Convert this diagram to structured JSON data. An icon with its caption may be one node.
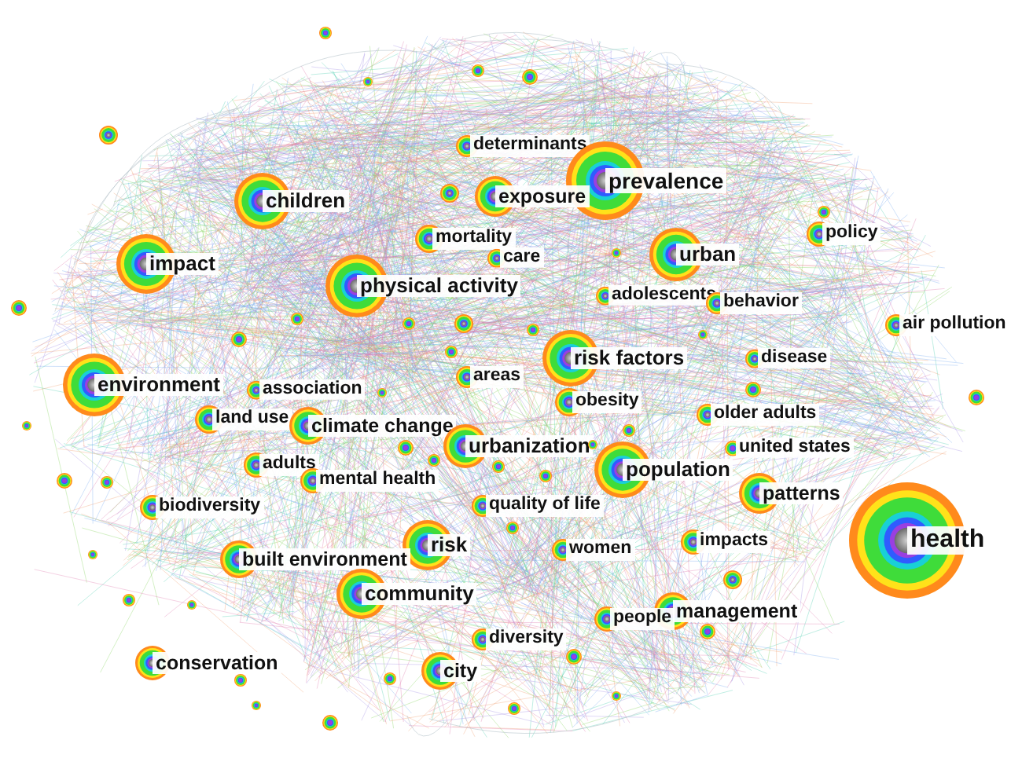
{
  "diagram": {
    "nodes": [
      {
        "text": [],
        "shape": "circle"
      },
      {
        "text": [],
        "shape": "circle"
      },
      {
        "text": [],
        "shape": "circle"
      },
      {
        "text": [],
        "shape": "circle"
      },
      {
        "text": [],
        "shape": "circle"
      },
      {
        "text": [
          "determinants"
        ]
      },
      {
        "text": [
          "prevalence"
        ]
      },
      {
        "text": [],
        "shape": "circle"
      },
      {
        "text": [
          "exposure"
        ]
      },
      {
        "text": [
          "children"
        ]
      },
      {
        "text": [],
        "shape": "circle"
      },
      {
        "text": [
          "policy"
        ]
      },
      {
        "text": [
          "mortality"
        ]
      },
      {
        "text": [],
        "shape": "circle"
      },
      {
        "text": [
          "urban"
        ]
      },
      {
        "text": [
          "care"
        ]
      },
      {
        "text": [
          "impact"
        ]
      },
      {
        "text": [
          "physical activity"
        ]
      },
      {
        "text": [
          "adolescents"
        ]
      },
      {
        "text": [
          "behavior"
        ]
      },
      {
        "text": [],
        "shape": "circle"
      },
      {
        "text": [],
        "shape": "circle"
      },
      {
        "text": [
          "air pollution"
        ]
      },
      {
        "text": [],
        "shape": "circle"
      },
      {
        "text": [],
        "shape": "circle"
      },
      {
        "text": [],
        "shape": "circle"
      },
      {
        "text": [],
        "shape": "circle"
      },
      {
        "text": [],
        "shape": "circle"
      },
      {
        "text": [],
        "shape": "circle"
      },
      {
        "text": [
          "risk factors"
        ]
      },
      {
        "text": [
          "disease"
        ]
      },
      {
        "text": [
          "areas"
        ]
      },
      {
        "text": [
          "environment"
        ]
      },
      {
        "text": [
          "association"
        ]
      },
      {
        "text": [],
        "shape": "circle"
      },
      {
        "text": [],
        "shape": "circle"
      },
      {
        "text": [],
        "shape": "circle"
      },
      {
        "text": [
          "obesity"
        ]
      },
      {
        "text": [
          "older adults"
        ]
      },
      {
        "text": [
          "land use"
        ]
      },
      {
        "text": [
          "climate change"
        ]
      },
      {
        "text": [],
        "shape": "circle"
      },
      {
        "text": [],
        "shape": "circle"
      },
      {
        "text": [],
        "shape": "circle"
      },
      {
        "text": [
          "urbanization"
        ]
      },
      {
        "text": [],
        "shape": "circle"
      },
      {
        "text": [
          "united states"
        ]
      },
      {
        "text": [
          "adults"
        ]
      },
      {
        "text": [],
        "shape": "circle"
      },
      {
        "text": [],
        "shape": "circle"
      },
      {
        "text": [
          "population"
        ]
      },
      {
        "text": [],
        "shape": "circle"
      },
      {
        "text": [
          "mental health"
        ]
      },
      {
        "text": [],
        "shape": "circle"
      },
      {
        "text": [],
        "shape": "circle"
      },
      {
        "text": [
          "patterns"
        ]
      },
      {
        "text": [
          "biodiversity"
        ]
      },
      {
        "text": [
          "quality of life"
        ]
      },
      {
        "text": [],
        "shape": "circle"
      },
      {
        "text": [
          "health"
        ]
      },
      {
        "text": [
          "impacts"
        ]
      },
      {
        "text": [
          "risk"
        ]
      },
      {
        "text": [
          "women"
        ]
      },
      {
        "text": [],
        "shape": "circle"
      },
      {
        "text": [
          "built environment"
        ]
      },
      {
        "text": [],
        "shape": "circle"
      },
      {
        "text": [
          "community"
        ]
      },
      {
        "text": [],
        "shape": "circle"
      },
      {
        "text": [],
        "shape": "circle"
      },
      {
        "text": [
          "management"
        ]
      },
      {
        "text": [
          "people"
        ]
      },
      {
        "text": [],
        "shape": "circle"
      },
      {
        "text": [
          "diversity"
        ]
      },
      {
        "text": [],
        "shape": "circle"
      },
      {
        "text": [
          "conservation"
        ]
      },
      {
        "text": [
          "city"
        ]
      },
      {
        "text": [],
        "shape": "circle"
      },
      {
        "text": [],
        "shape": "circle"
      },
      {
        "text": [],
        "shape": "circle"
      },
      {
        "text": [],
        "shape": "circle"
      },
      {
        "text": [],
        "shape": "circle"
      },
      {
        "text": [],
        "shape": "circle"
      }
    ]
  }
}
